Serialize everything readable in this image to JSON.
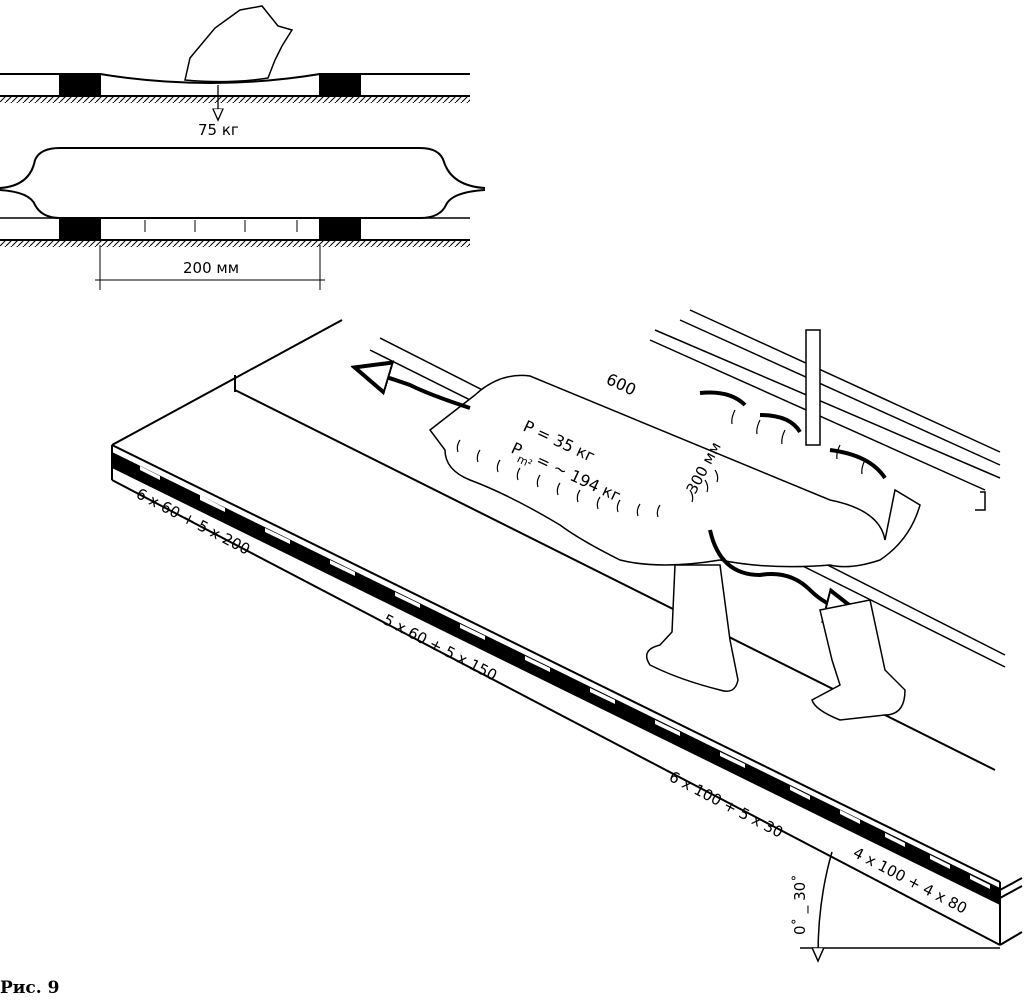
{
  "figure": {
    "caption": "Рис. 9",
    "top_diagram": {
      "load_label": "75 кг",
      "span_label": "200 мм"
    },
    "main_diagram": {
      "width_label": "600",
      "pressure_label": "P = 35 кг",
      "pressure_m2_label_main": "P",
      "pressure_m2_label_sub": "m²",
      "pressure_m2_label_value": "= ~ 194 кг",
      "bag_height_label": "300 мм",
      "slat_labels": [
        "6 x 60 + 5 x 200",
        "5 x 60 + 5 x 150",
        "6 x 100 + 5 x 30",
        "4 x 100 + 4 x 80"
      ],
      "angle_label": "0˚ _ 30˚"
    }
  }
}
